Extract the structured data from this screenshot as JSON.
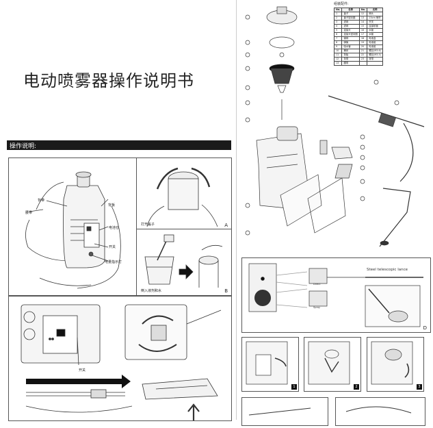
{
  "title": "电动喷雾器操作说明书",
  "section_header": "操作说明:",
  "panel1": {
    "labels": {
      "left_strap": "背带",
      "belt": "腰带",
      "back": "背板",
      "battery": "电池仓",
      "switch": "开关",
      "indicator": "电量指示灯"
    }
  },
  "panel2": {
    "caption": "打开盖子",
    "letter": "A"
  },
  "panel3": {
    "caption": "倒入液剂和水",
    "letter": "B"
  },
  "panel5": {
    "label": "开关"
  },
  "parts_table": {
    "title": "组装配件:",
    "headers": [
      "No.",
      "名称",
      "No.",
      "名称"
    ],
    "rows": [
      [
        "1",
        "盖子",
        "12",
        "喷头"
      ],
      [
        "2",
        "盖子密封圈",
        "13",
        "15cm 喷杆"
      ],
      [
        "3",
        "滤网",
        "14",
        "开关"
      ],
      [
        "4",
        "滤网",
        "15",
        "连接软管"
      ],
      [
        "5",
        "连接头",
        "16",
        "水管"
      ],
      [
        "6",
        "连接头密封圈",
        "17",
        "水管"
      ],
      [
        "7",
        "钢珠",
        "18",
        "电池盒"
      ],
      [
        "8",
        "弹簧",
        "19",
        "电池组"
      ],
      [
        "9",
        "吸水管",
        "20",
        "电池组"
      ],
      [
        "10",
        "桶体",
        "21",
        "螺丝(M3.6)"
      ],
      [
        "11",
        "背板",
        "22",
        "螺丝(M3.5)"
      ],
      [
        "12",
        "背带",
        "23",
        "背带"
      ],
      [
        "13",
        "腰带",
        "",
        ""
      ]
    ]
  },
  "nozzle_panel": {
    "heading": "Steel telescopic lance",
    "letter": "D",
    "tag_top": "Direct",
    "tag_bottom": "Spray"
  },
  "steps": [
    "1",
    "2",
    "3"
  ]
}
